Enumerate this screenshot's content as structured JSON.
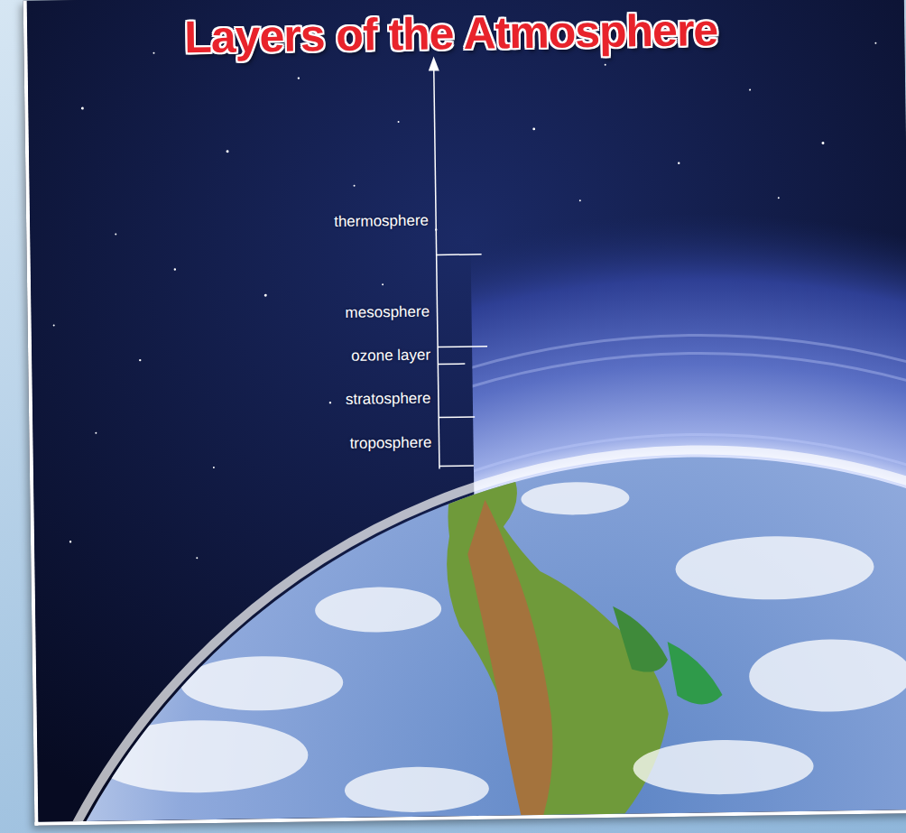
{
  "diagram": {
    "title": "Layers of the Atmosphere",
    "labels": [
      "thermosphere",
      "mesosphere",
      "ozone layer",
      "stratosphere",
      "troposphere"
    ]
  }
}
